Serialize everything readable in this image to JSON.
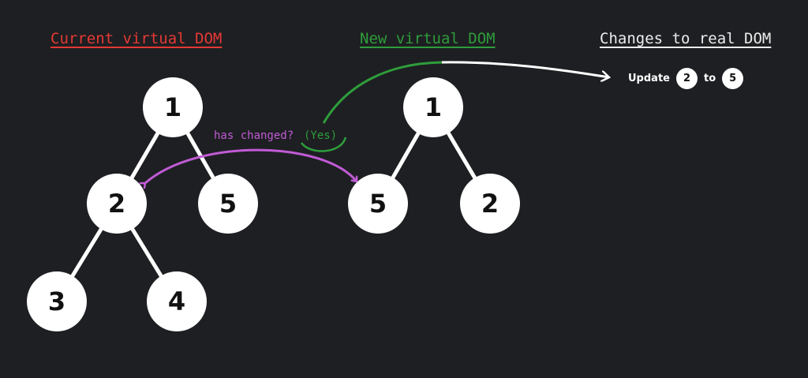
{
  "headings": {
    "current": "Current virtual DOM",
    "new": "New virtual DOM",
    "changes": "Changes to real DOM"
  },
  "current_tree": {
    "root": "1",
    "left": "2",
    "right": "5",
    "left_left": "3",
    "left_right": "4"
  },
  "new_tree": {
    "root": "1",
    "left": "5",
    "right": "2"
  },
  "comparison": {
    "question": "has changed?",
    "answer": "(Yes)"
  },
  "update": {
    "word": "Update",
    "from": "2",
    "connector": "to",
    "to": "5"
  },
  "colors": {
    "background": "#1e1f22",
    "current_heading": "#e53935",
    "new_heading": "#2e9d3b",
    "compare_arrow": "#c15bd6",
    "yes_arrow": "#2e9d3b",
    "node_fill": "#ffffff"
  }
}
